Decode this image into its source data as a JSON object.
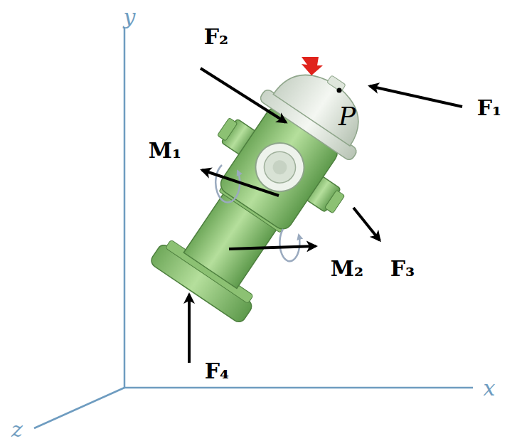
{
  "diagram": {
    "labels": [
      "y",
      "F₂",
      "P",
      "F₁",
      "M₁",
      "M₂",
      "F₃",
      "F₄",
      "x",
      "z"
    ]
  }
}
